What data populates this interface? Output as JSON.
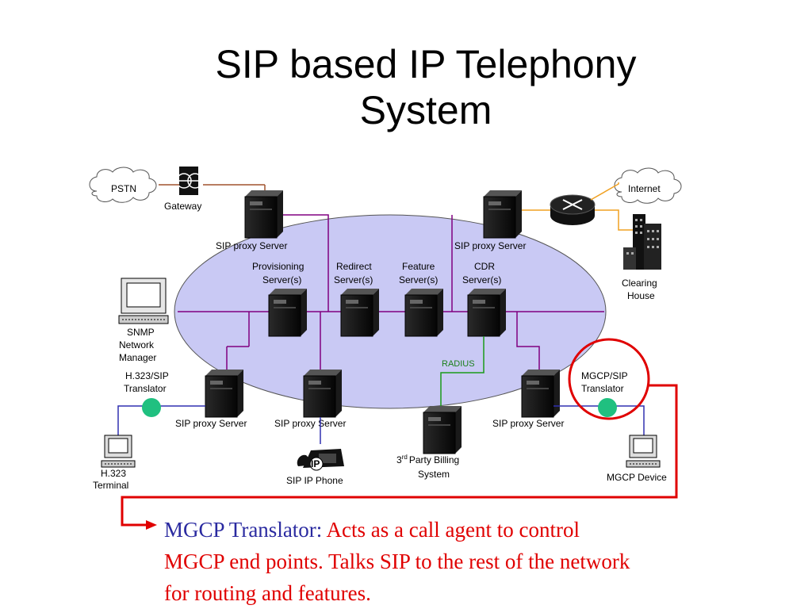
{
  "title_line1": "SIP based IP Telephony",
  "title_line2": "System",
  "labels": {
    "pstn": "PSTN",
    "gateway": "Gateway",
    "internet": "Internet",
    "sip_proxy_tl": "SIP proxy Server",
    "sip_proxy_tr": "SIP proxy Server",
    "provisioning_1": "Provisioning",
    "provisioning_2": "Server(s)",
    "redirect_1": "Redirect",
    "redirect_2": "Server(s)",
    "feature_1": "Feature",
    "feature_2": "Server(s)",
    "cdr_1": "CDR",
    "cdr_2": "Server(s)",
    "clearing_1": "Clearing",
    "clearing_2": "House",
    "snmp_1": "SNMP",
    "snmp_2": "Network",
    "snmp_3": "Manager",
    "h323sip_1": "H.323/SIP",
    "h323sip_2": "Translator",
    "mgcpsip_1": "MGCP/SIP",
    "mgcpsip_2": "Translator",
    "radius": "RADIUS",
    "sip_proxy_bl": "SIP proxy Server",
    "sip_proxy_bm": "SIP proxy Server",
    "sip_proxy_br": "SIP proxy Server",
    "billing_sup": "rd",
    "billing_pre": "3",
    "billing_1": "Party Billing",
    "billing_2": "System",
    "sip_ip_phone": "SIP IP Phone",
    "ip_badge": "IP",
    "h323_term_1": "H.323",
    "h323_term_2": "Terminal",
    "mgcp_device": "MGCP Device"
  },
  "caption": {
    "highlight": "MGCP Translator:",
    "line1_rest": " Acts as a call agent to control",
    "line2": "MGCP end points. Talks SIP to the rest of the network",
    "line3": "for routing and features."
  },
  "colors": {
    "ellipse": "#c9c9f4",
    "network_line": "#800080",
    "link_orange": "#f0a020",
    "link_brown": "#a0522d",
    "radius_line": "#1a9a1a",
    "callout_red": "#e00000",
    "translator_dot": "#20c080",
    "endpoint_line": "#3030b0",
    "caption_highlight": "#2a2aa0"
  }
}
